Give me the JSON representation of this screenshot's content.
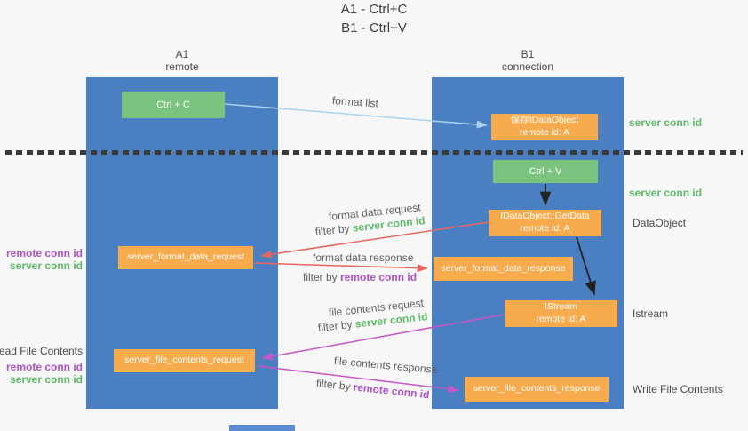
{
  "title": {
    "line1": "A1 - Ctrl+C",
    "line2": "B1 - Ctrl+V"
  },
  "lanes": {
    "left": {
      "title": "A1",
      "subtitle": "remote"
    },
    "right": {
      "title": "B1",
      "subtitle": "connection"
    }
  },
  "nodes": {
    "ctrl_c": {
      "label": "Ctrl + C"
    },
    "ctrl_v": {
      "label": "Ctrl + V"
    },
    "save_dataobject": {
      "line1": "保存IDataObject",
      "line2": "remote id: A"
    },
    "getdata": {
      "line1": "IDataObject::GetData",
      "line2": "remote id: A"
    },
    "istream": {
      "line1": "IStream",
      "line2": "remote id: A"
    },
    "format_request": {
      "label": "server_format_data_request"
    },
    "format_response": {
      "label": "server_format_data_response"
    },
    "file_request": {
      "label": "server_file_contents_request"
    },
    "file_response": {
      "label": "server_file_contents_response"
    }
  },
  "arrow_labels": {
    "format_list": "format list",
    "format_data_request": "format data request",
    "format_data_response": "format data response",
    "file_contents_request": "file contents request",
    "file_contents_response": "file contents response",
    "filter_by": "filter by ",
    "server_conn_id": "server conn id",
    "remote_conn_id": "remote conn id"
  },
  "side_labels": {
    "server_conn_id_top": "server conn id",
    "server_conn_id_mid": "server conn id",
    "dataobject": "DataObject",
    "istream": "Istream",
    "write_file_contents": "Write File Contents",
    "read_file_contents": "Read File Contents",
    "remote_conn_id_1": "remote conn id",
    "server_conn_id_1": "server conn id",
    "remote_conn_id_2": "remote conn id",
    "server_conn_id_2": "server conn id"
  },
  "colors": {
    "lane_blue": "#4a7fc1",
    "node_orange": "#f8ab4d",
    "node_green": "#7bc47f",
    "green_text": "#5cbb66",
    "purple_text": "#ac53c5",
    "arrow_lightblue": "#a9d4f0",
    "arrow_red": "#e8665c",
    "arrow_magenta": "#c757c7",
    "arrow_black": "#222222",
    "background": "#f7f7f8"
  }
}
